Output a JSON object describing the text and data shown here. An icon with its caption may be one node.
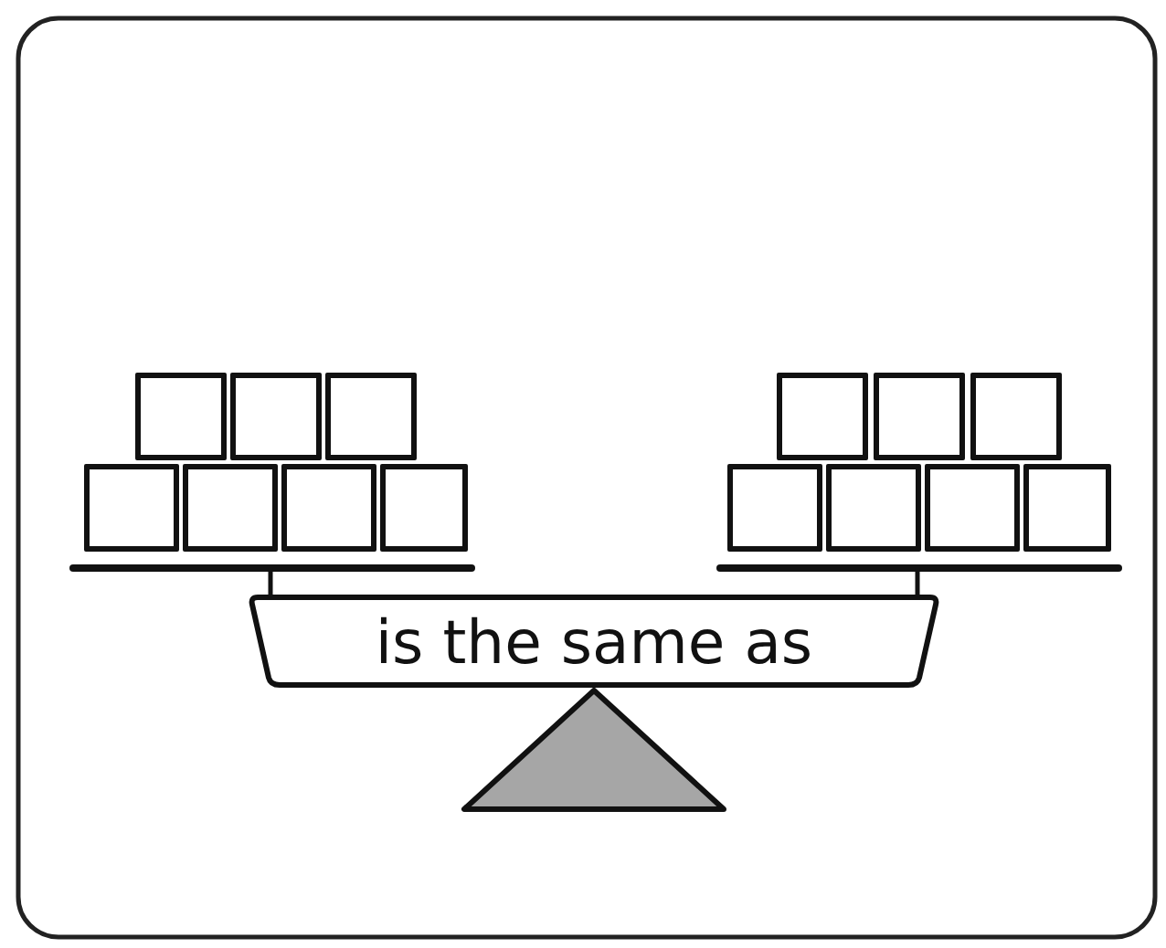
{
  "diagram": {
    "nodes": [
      {
        "text": [],
        "shape": "box"
      },
      {
        "text": [],
        "shape": "box"
      },
      {
        "text": [],
        "shape": "box"
      },
      {
        "text": [],
        "shape": "box"
      },
      {
        "text": [],
        "shape": "box"
      },
      {
        "text": [],
        "shape": "box"
      },
      {
        "text": [],
        "shape": "box"
      },
      {
        "text": [],
        "shape": "box"
      },
      {
        "text": [],
        "shape": "box"
      },
      {
        "text": [],
        "shape": "box"
      },
      {
        "text": [],
        "shape": "box"
      },
      {
        "text": [],
        "shape": "box"
      },
      {
        "text": [],
        "shape": "box"
      },
      {
        "text": [],
        "shape": "box"
      },
      {
        "text": [
          "is the same as"
        ]
      }
    ]
  }
}
